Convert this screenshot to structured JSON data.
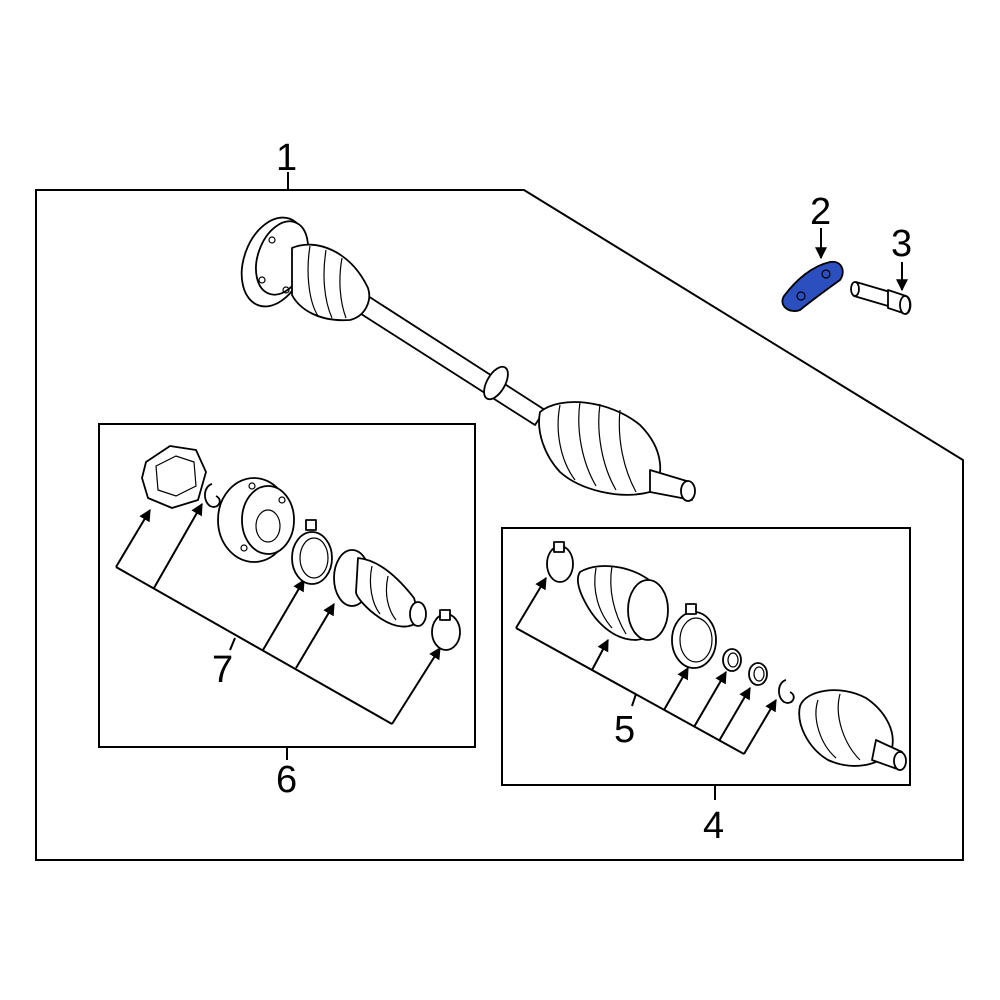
{
  "callouts": {
    "c1": "1",
    "c2": "2",
    "c3": "3",
    "c4": "4",
    "c5": "5",
    "c6": "6",
    "c7": "7"
  },
  "highlight_color": "#2c4fbf",
  "icons": {
    "axle": "axle-shaft-assembly-icon",
    "bracket": "bracket-plate-icon",
    "bolt": "bolt-icon"
  }
}
